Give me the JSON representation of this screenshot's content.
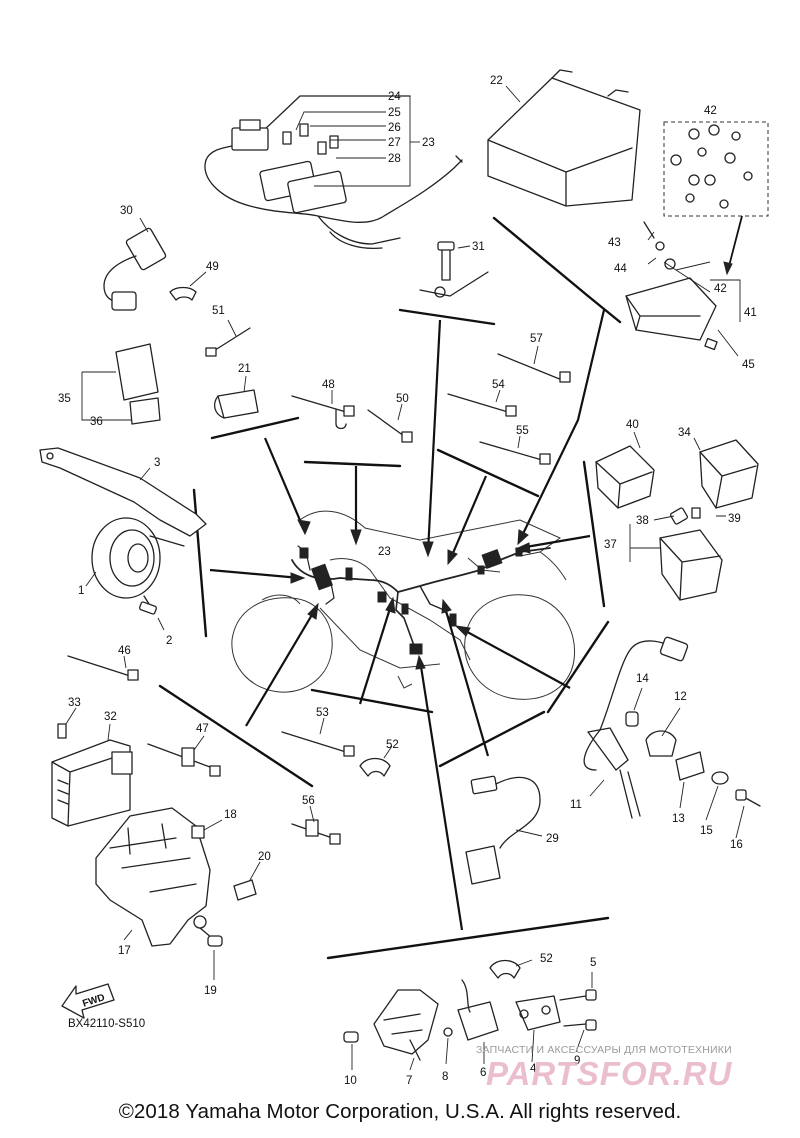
{
  "diagram": {
    "code": "BX42110-S510",
    "fwd_label": "FWD",
    "copyright": "©2018 Yamaha Motor Corporation, U.S.A. All rights reserved.",
    "watermark": {
      "tagline": "ЗАПЧАСТИ И АКСЕССУАРЫ ДЛЯ МОТОТЕХНИКИ",
      "logo": "PARTSFOR.RU"
    }
  },
  "callouts": {
    "c1": "1",
    "c2": "2",
    "c3": "3",
    "c4": "4",
    "c5": "5",
    "c6": "6",
    "c7": "7",
    "c8": "8",
    "c9": "9",
    "c10": "10",
    "c11": "11",
    "c12": "12",
    "c13": "13",
    "c14": "14",
    "c15": "15",
    "c16": "16",
    "c17": "17",
    "c18": "18",
    "c19": "19",
    "c20": "20",
    "c21": "21",
    "c22": "22",
    "c23": "23",
    "c23b": "23",
    "c24": "24",
    "c25": "25",
    "c26": "26",
    "c27": "27",
    "c28": "28",
    "c29": "29",
    "c30": "30",
    "c31": "31",
    "c32": "32",
    "c33": "33",
    "c34": "34",
    "c35": "35",
    "c36": "36",
    "c37": "37",
    "c38": "38",
    "c39": "39",
    "c40": "40",
    "c41": "41",
    "c42": "42",
    "c42b": "42",
    "c43": "43",
    "c44": "44",
    "c45": "45",
    "c46": "46",
    "c47": "47",
    "c48": "48",
    "c49": "49",
    "c50": "50",
    "c51": "51",
    "c52": "52",
    "c52b": "52",
    "c53": "53",
    "c54": "54",
    "c55": "55",
    "c56": "56",
    "c57": "57"
  }
}
